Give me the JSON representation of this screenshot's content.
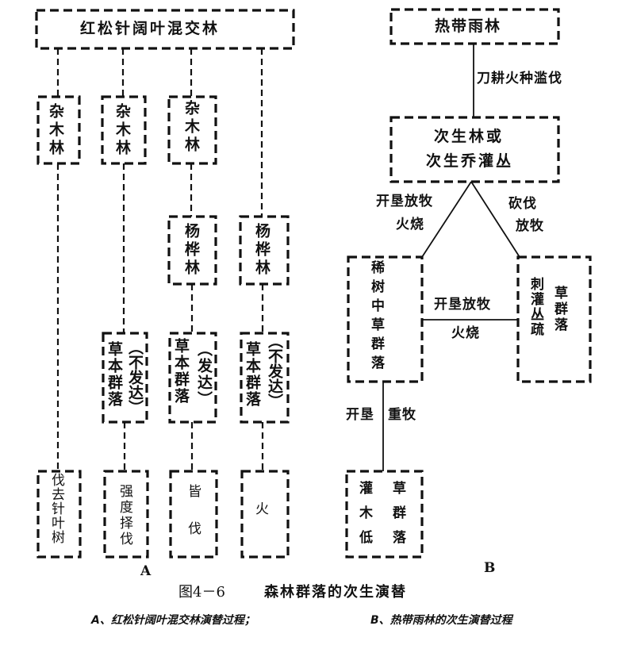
{
  "panel_a": {
    "letter": "A",
    "root": "红松针阔叶混交林",
    "stage1": [
      "杂木林",
      "杂木林",
      "杂木林"
    ],
    "stage2": [
      "杨桦林",
      "杨桦林"
    ],
    "stage3": [
      {
        "main": "草本群落",
        "note": "（不发达）"
      },
      {
        "main": "草本群落",
        "note": "（发达）"
      },
      {
        "main": "草本群落",
        "note": "（不发达）"
      }
    ],
    "disturbances": [
      "伐去针叶树",
      "强度择伐",
      "皆伐",
      "火"
    ]
  },
  "panel_b": {
    "letter": "B",
    "root": "热带雨林",
    "edge_root": "刀耕火种滥伐",
    "secondary_line1": "次生林或",
    "secondary_line2": "次生乔灌丛",
    "edge_left_line1": "开垦放牧",
    "edge_left_line2": "火烧",
    "edge_right_line1": "砍伐",
    "edge_right_line2": "放牧",
    "sparse_tree": "稀树中草群落",
    "thorn_col1": "刺灌丛疏",
    "thorn_col2": "草群落",
    "edge_mid_top": "开垦放牧",
    "edge_mid_bottom": "火烧",
    "edge_down_left": "开垦",
    "edge_down_right": "重牧",
    "low_shrub_col1": "灌木低",
    "low_shrub_col2": "草群落"
  },
  "caption": {
    "figure_no": "图4－6",
    "title": "森林群落的次生演替",
    "sub_a": "A、红松针阔叶混交林演替过程；",
    "sub_b": "B、热带雨林的次生演替过程"
  }
}
